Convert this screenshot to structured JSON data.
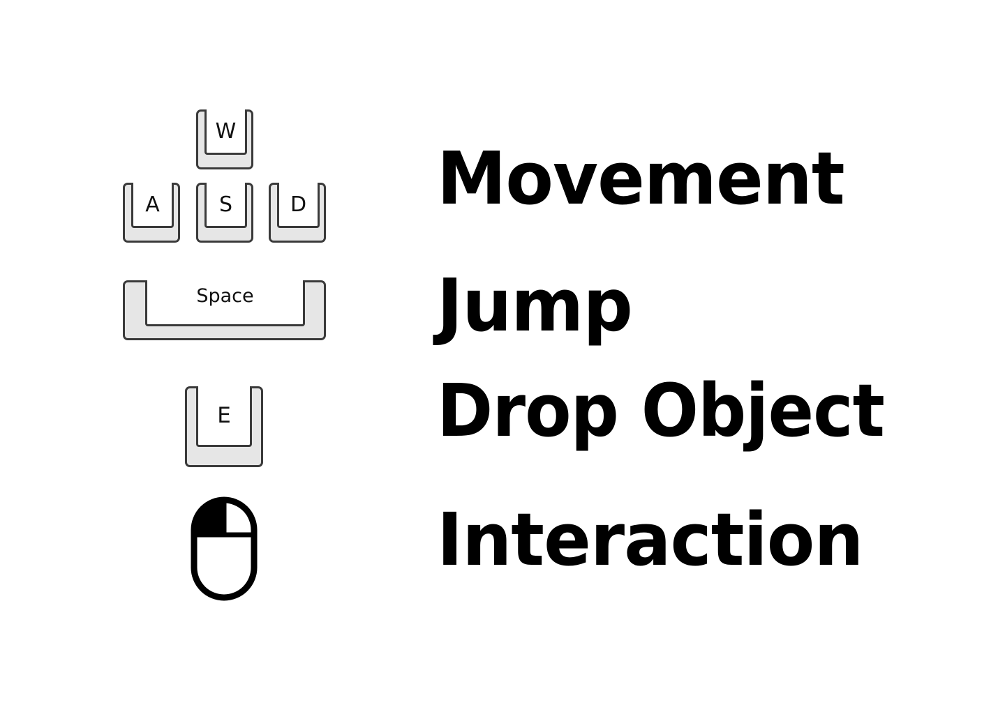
{
  "controls": [
    {
      "id": "movement",
      "keys": [
        "W",
        "A",
        "S",
        "D"
      ],
      "action": "Movement"
    },
    {
      "id": "jump",
      "keys": [
        "Space"
      ],
      "action": "Jump"
    },
    {
      "id": "drop",
      "keys": [
        "E"
      ],
      "action": "Drop Object"
    },
    {
      "id": "interaction",
      "input": "left-mouse-button-icon",
      "action": "Interaction"
    }
  ]
}
